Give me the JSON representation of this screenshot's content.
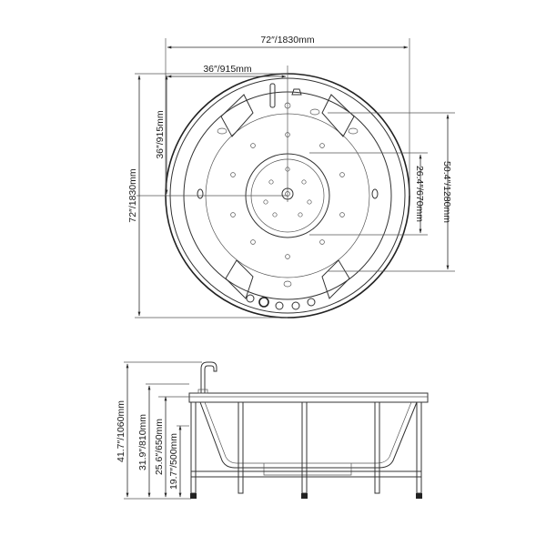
{
  "top_view": {
    "dimensions": {
      "overall_width": "72″/1830mm",
      "half_width": "36″/915mm",
      "overall_depth": "72″/1830mm",
      "half_depth": "36″/915mm",
      "inner_basin": "50.4″/1280mm",
      "center_seat": "26.4″/670mm"
    }
  },
  "side_view": {
    "dimensions": {
      "total_height": "41.7″/1060mm",
      "rim_height": "31.9″/810mm",
      "basin_height": "25.6″/650mm",
      "seat_height": "19.7″/500mm"
    }
  }
}
